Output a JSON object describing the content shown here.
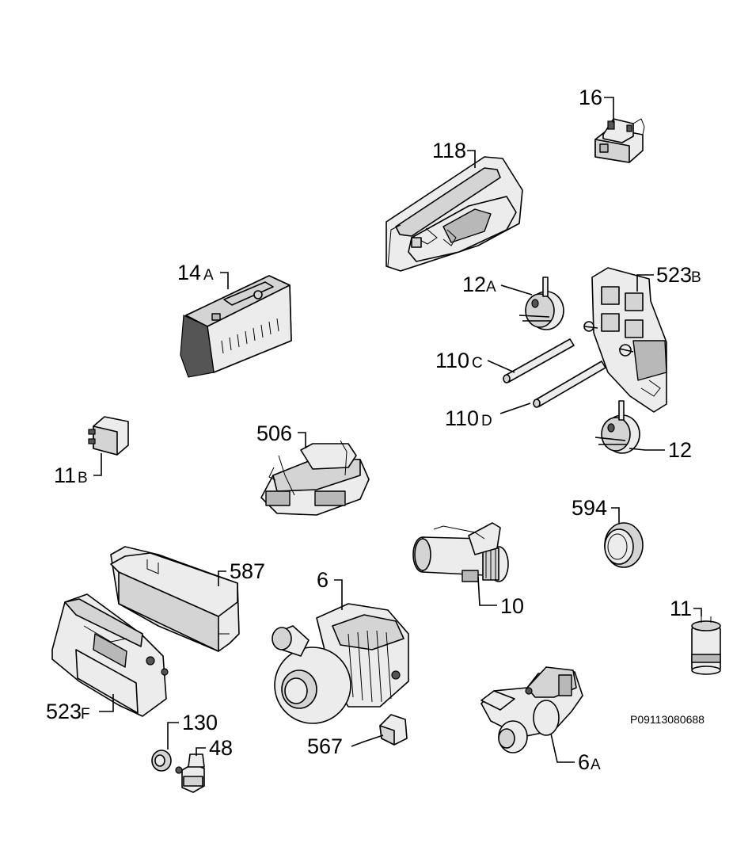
{
  "diagram_code": "P09113080688",
  "parts": [
    {
      "id": "p16",
      "number": "16",
      "suffix": ""
    },
    {
      "id": "p118",
      "number": "118",
      "suffix": ""
    },
    {
      "id": "p14a",
      "number": "14",
      "suffix": "A"
    },
    {
      "id": "p12a",
      "number": "12",
      "suffix": "A"
    },
    {
      "id": "p523b",
      "number": "523",
      "suffix": "B"
    },
    {
      "id": "p110c",
      "number": "110",
      "suffix": "C"
    },
    {
      "id": "p110d",
      "number": "110",
      "suffix": "D"
    },
    {
      "id": "p12",
      "number": "12",
      "suffix": ""
    },
    {
      "id": "p11b",
      "number": "11",
      "suffix": "B"
    },
    {
      "id": "p506",
      "number": "506",
      "suffix": ""
    },
    {
      "id": "p594",
      "number": "594",
      "suffix": ""
    },
    {
      "id": "p587",
      "number": "587",
      "suffix": ""
    },
    {
      "id": "p6",
      "number": "6",
      "suffix": ""
    },
    {
      "id": "p10",
      "number": "10",
      "suffix": ""
    },
    {
      "id": "p11",
      "number": "11",
      "suffix": ""
    },
    {
      "id": "p523f",
      "number": "523",
      "suffix": "F"
    },
    {
      "id": "p130",
      "number": "130",
      "suffix": ""
    },
    {
      "id": "p48",
      "number": "48",
      "suffix": ""
    },
    {
      "id": "p567",
      "number": "567",
      "suffix": ""
    },
    {
      "id": "p6a",
      "number": "6",
      "suffix": "A"
    }
  ]
}
